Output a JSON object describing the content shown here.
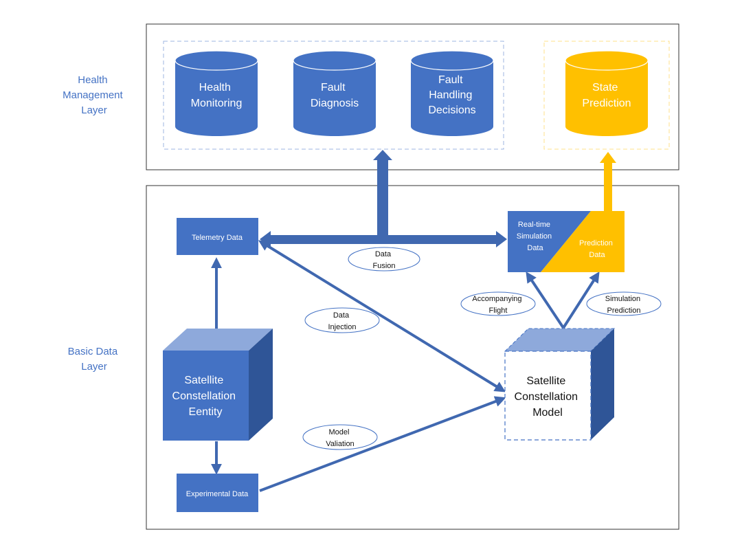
{
  "colors": {
    "blue": "#4472C4",
    "blue_light": "#8EA9DB",
    "blue_dark": "#2F5597",
    "gold": "#FFC000",
    "gold_light": "#FFD966",
    "gold_dark": "#E0A800",
    "arrow": "#4068B0",
    "label_blue": "#4472C4",
    "dash_blue": "#9DB5E0",
    "dash_gold": "#FFE08A"
  },
  "layers": {
    "health": [
      "Health",
      "Management",
      "Layer"
    ],
    "basic": [
      "Basic Data",
      "Layer"
    ]
  },
  "health_items": [
    {
      "lines": [
        "Health",
        "Monitoring"
      ]
    },
    {
      "lines": [
        "Fault",
        "Diagnosis"
      ]
    },
    {
      "lines": [
        "Fault",
        "Handling",
        "Decisions"
      ]
    },
    {
      "lines": [
        "State",
        "Prediction"
      ]
    }
  ],
  "boxes": {
    "telemetry": "Telemetry Data",
    "experimental": "Experimental Data",
    "realtime": [
      "Real-time",
      "Simulation",
      "Data"
    ],
    "prediction": [
      "Prediction",
      "Data"
    ]
  },
  "cubes": {
    "entity": [
      "Satellite",
      "Constellation",
      "Eentity"
    ],
    "model": [
      "Satellite",
      "Constellation",
      "Model"
    ]
  },
  "labels": {
    "data_fusion": [
      "Data",
      "Fusion"
    ],
    "data_injection": [
      "Data",
      "Injection"
    ],
    "model_validation": [
      "Model",
      "Valiation"
    ],
    "accompanying_flight": [
      "Accompanying",
      "Flight"
    ],
    "simulation_prediction": [
      "Simulation",
      "Prediction"
    ]
  }
}
